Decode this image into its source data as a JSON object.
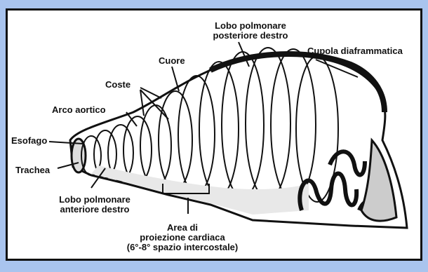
{
  "labels": {
    "lobo_posteriore": [
      "Lobo polmonare",
      "posteriore destro"
    ],
    "cupola": "Cupola diaframmatica",
    "cuore": "Cuore",
    "coste": "Coste",
    "arco_aortico": "Arco aortico",
    "esofago": "Esofago",
    "trachea": "Trachea",
    "lobo_anteriore": [
      "Lobo polmonare",
      "anteriore destro"
    ],
    "area": [
      "Area di",
      "proiezione cardiaca",
      "(6°-8° spazio intercostale)"
    ]
  },
  "colors": {
    "background": "#a9c4ee",
    "panel": "#ffffff",
    "ink": "#111111"
  }
}
